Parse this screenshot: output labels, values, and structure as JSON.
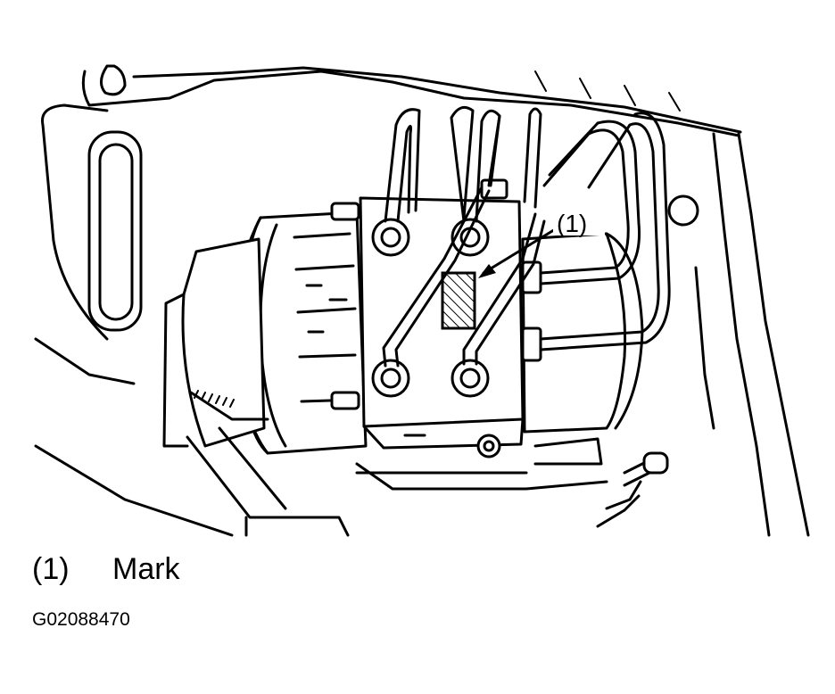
{
  "callouts": [
    {
      "id": "1",
      "label": "(1)"
    }
  ],
  "legend": [
    {
      "number": "(1)",
      "text": "Mark"
    }
  ],
  "figure_id": "G02088470"
}
